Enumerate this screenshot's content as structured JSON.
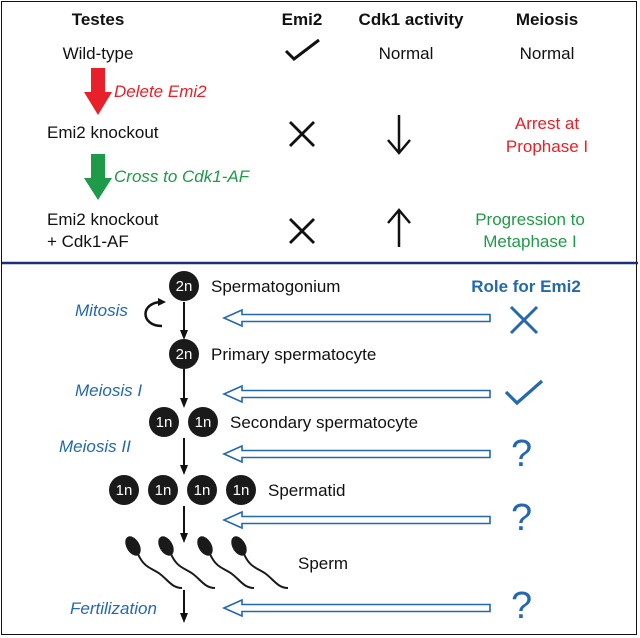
{
  "top_table": {
    "headers": {
      "testes": "Testes",
      "emi2": "Emi2",
      "cdk1": "Cdk1 activity",
      "meiosis": "Meiosis"
    },
    "rows": [
      {
        "label": "Wild-type",
        "emi2": "check-icon",
        "cdk1": "Normal",
        "meiosis": "Normal"
      },
      {
        "label": "Emi2 knockout",
        "emi2": "cross-icon",
        "cdk1": "down-arrow-icon",
        "meiosis": "Arrest at\nProphase I"
      },
      {
        "label": "Emi2 knockout\n+ Cdk1-AF",
        "emi2": "cross-icon",
        "cdk1": "up-arrow-icon",
        "meiosis": "Progression to\nMetaphase I"
      }
    ],
    "steps": [
      {
        "label": "Delete Emi2",
        "color": "#e8202a"
      },
      {
        "label": "Cross to Cdk1-AF",
        "color": "#1f9a48"
      }
    ]
  },
  "bottom": {
    "role_header": "Role for Emi2",
    "processes": [
      "Mitosis",
      "Meiosis I",
      "Meiosis II",
      "Fertilization"
    ],
    "cells": {
      "spermatogonium": {
        "ploidy": "2n",
        "name": "Spermatogonium"
      },
      "primary": {
        "ploidy": "2n",
        "name": "Primary spermatocyte"
      },
      "secondary": {
        "ploidy": "1n",
        "name": "Secondary spermatocyte"
      },
      "spermatid": {
        "ploidy": "1n",
        "name": "Spermatid"
      },
      "sperm": {
        "name": "Sperm"
      }
    },
    "roles": [
      "cross-icon",
      "check-icon",
      "question-mark",
      "question-mark",
      "question-mark"
    ],
    "role_mark": "?"
  },
  "colors": {
    "blue": "#2468b0",
    "divider": "#1f2f7a",
    "red": "#e8202a",
    "green": "#1f9a48",
    "black": "#111111"
  }
}
